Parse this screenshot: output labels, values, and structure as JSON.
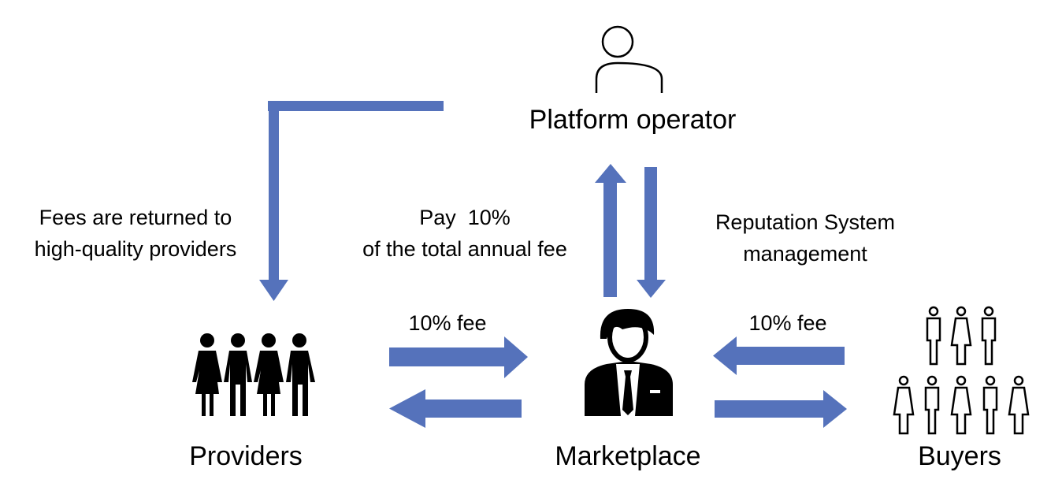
{
  "colors": {
    "arrow": "#5572BB",
    "icon": "#000000"
  },
  "nodes": {
    "platform_operator": "Platform operator",
    "providers": "Providers",
    "marketplace": "Marketplace",
    "buyers": "Buyers"
  },
  "annotations": {
    "fees_returned": [
      "Fees are returned to",
      "high-quality providers"
    ],
    "pay_fee": [
      "Pay  10%",
      "of the total annual fee"
    ],
    "reputation": [
      "Reputation System",
      "management"
    ],
    "provider_fee": "10% fee",
    "buyer_fee": "10% fee"
  },
  "icons": {
    "platform_operator": "person-outline-icon",
    "providers": "group-people-icon",
    "marketplace": "businessman-icon",
    "buyers": "crowd-outline-icon"
  }
}
